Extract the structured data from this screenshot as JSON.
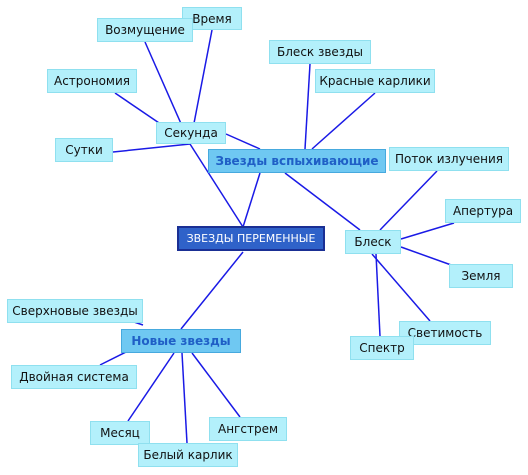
{
  "diagram": {
    "colors": {
      "link": "#1a1ae6"
    },
    "center": "ЗВЕЗДЫ ПЕРЕМЕННЫЕ",
    "hubs": {
      "flare": "Звезды вспыхивающие",
      "new": "Новые звезды",
      "second": "Секунда",
      "shine": "Блеск"
    },
    "leaves": {
      "vremya": "Время",
      "vozmushchenie": "Возмущение",
      "astronomiya": "Астрономия",
      "sutki": "Сутки",
      "blesk_zvezdy": "Блеск звезды",
      "krasnye_karliki": "Красные карлики",
      "potok": "Поток излучения",
      "apertura": "Апертура",
      "zemlya": "Земля",
      "svetimost": "Светимость",
      "spektr": "Спектр",
      "sverkhnovye": "Сверхновые звезды",
      "dvoinaya": "Двойная система",
      "mesyats": "Месяц",
      "belyi_karlik": "Белый карлик",
      "angstrem": "Ангстрем"
    }
  }
}
